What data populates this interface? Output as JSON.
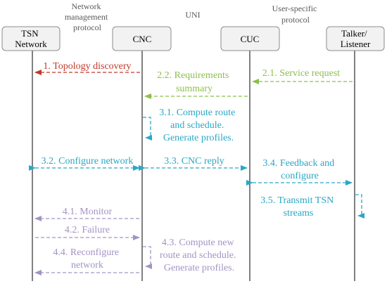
{
  "header_labels": {
    "network_management_protocol": [
      "Network",
      "management",
      "protocol"
    ],
    "uni": "UNI",
    "user_specific_protocol": [
      "User-specific",
      "protocol"
    ]
  },
  "entities": [
    {
      "id": "tsn-network",
      "lines": [
        "TSN",
        "Network"
      ]
    },
    {
      "id": "cnc",
      "lines": [
        "CNC"
      ]
    },
    {
      "id": "cuc",
      "lines": [
        "CUC"
      ]
    },
    {
      "id": "talker-listener",
      "lines": [
        "Talker/",
        "Listener"
      ]
    }
  ],
  "messages": {
    "m1": {
      "lines": [
        "1. Topology discovery"
      ],
      "color": "#c0392b"
    },
    "m2_1": {
      "lines": [
        "2.1. Service request"
      ],
      "color": "#8dbf4a"
    },
    "m2_2": {
      "lines": [
        "2.2. Requirements",
        "summary"
      ],
      "color": "#8dbf4a"
    },
    "m3_1": {
      "lines": [
        "3.1. Compute route",
        "and schedule.",
        "Generate profiles."
      ],
      "color": "#2aa7c4"
    },
    "m3_2": {
      "lines": [
        "3.2. Configure network"
      ],
      "color": "#2aa7c4"
    },
    "m3_3": {
      "lines": [
        "3.3. CNC reply"
      ],
      "color": "#2aa7c4"
    },
    "m3_4": {
      "lines": [
        "3.4. Feedback and",
        "configure"
      ],
      "color": "#2aa7c4"
    },
    "m3_5": {
      "lines": [
        "3.5. Transmit TSN",
        "streams"
      ],
      "color": "#2aa7c4"
    },
    "m4_1": {
      "lines": [
        "4.1. Monitor"
      ],
      "color": "#a393c4"
    },
    "m4_2": {
      "lines": [
        "4.2. Failure"
      ],
      "color": "#a393c4"
    },
    "m4_3": {
      "lines": [
        "4.3. Compute new",
        "route and schedule.",
        "Generate profiles."
      ],
      "color": "#a393c4"
    },
    "m4_4": {
      "lines": [
        "4.4. Reconfigure",
        "network"
      ],
      "color": "#a393c4"
    }
  },
  "colors": {
    "lifeline": "#000000",
    "box_fill": "#f2f2f2",
    "box_stroke": "#8c8c8c"
  }
}
